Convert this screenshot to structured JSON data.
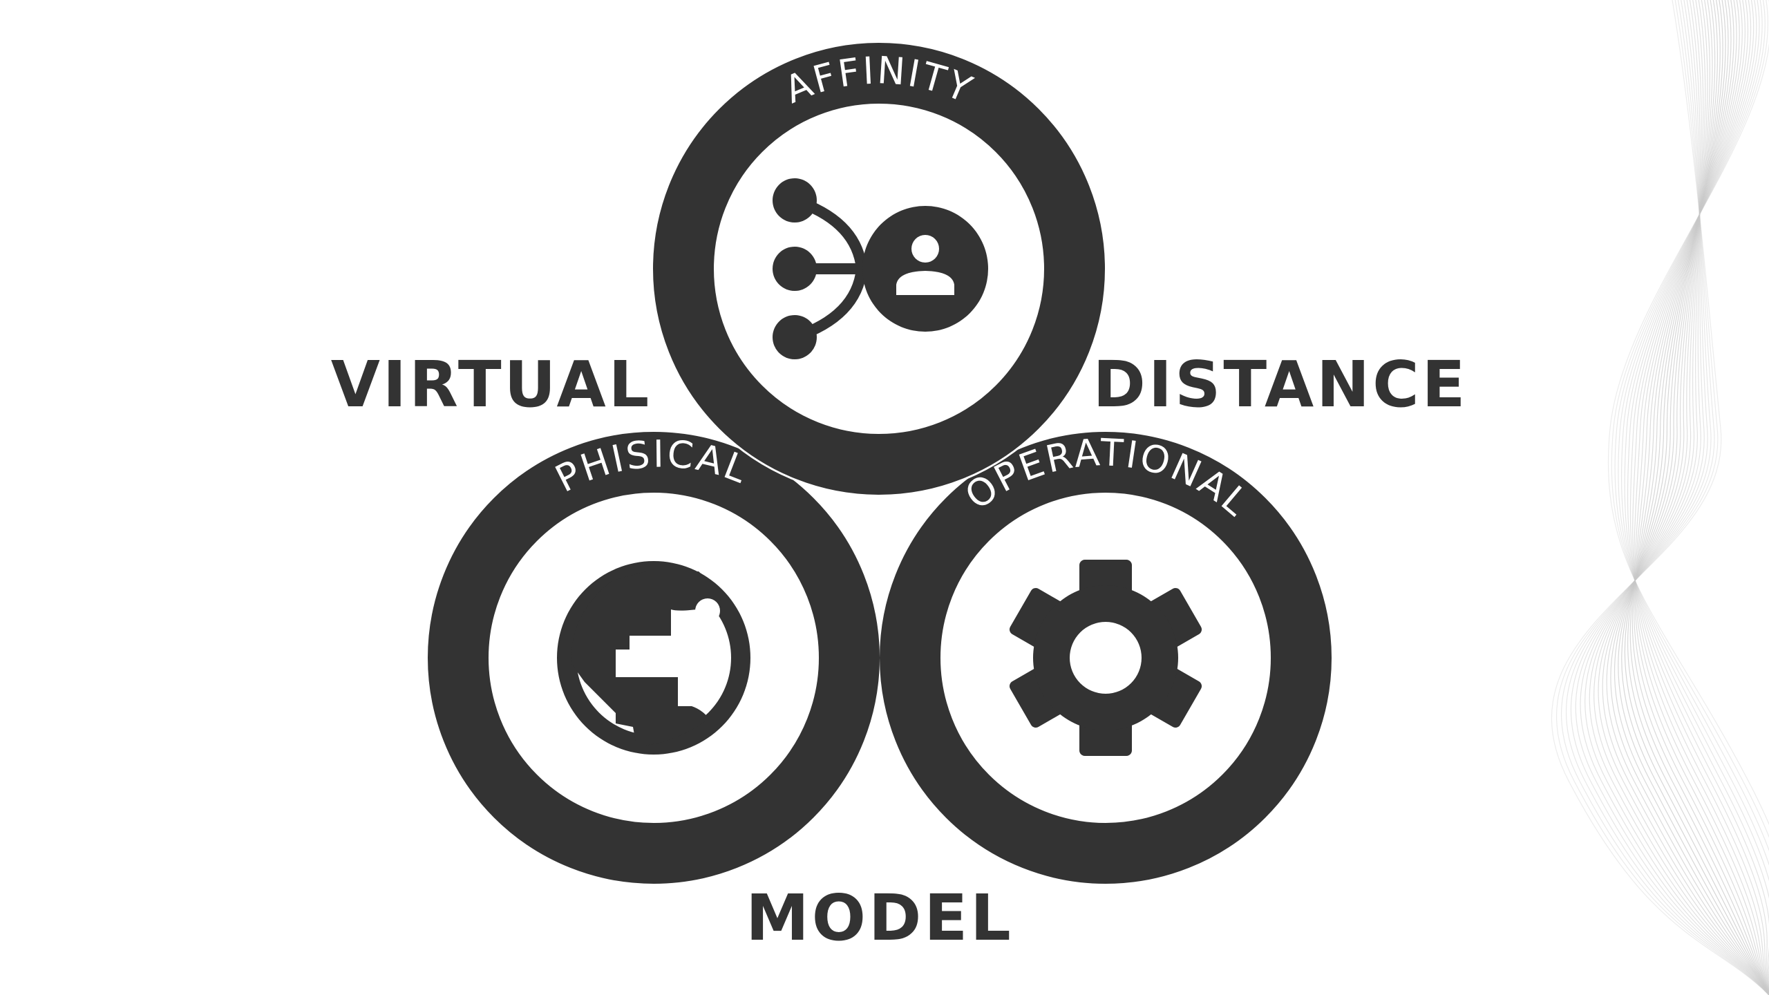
{
  "diagram": {
    "words": {
      "virtual": "VIRTUAL",
      "distance": "DISTANCE",
      "model": "MODEL"
    },
    "rings": {
      "affinity": {
        "label": "AFFINITY",
        "icon": "network-person-icon"
      },
      "physical": {
        "label": "PHISICAL",
        "icon": "globe-icon"
      },
      "operational": {
        "label": "OPERATIONAL",
        "icon": "gear-icon"
      }
    }
  },
  "colors": {
    "ring": "#333333",
    "background": "#ffffff",
    "decoration": "#c8c8c8"
  }
}
